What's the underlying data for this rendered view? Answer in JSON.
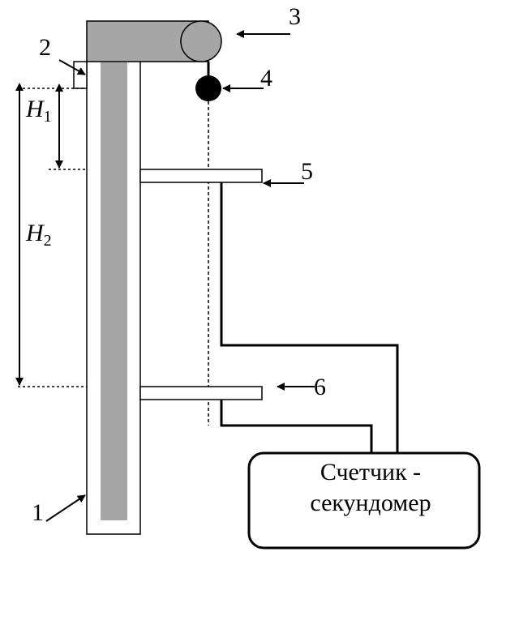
{
  "labels": {
    "n1": "1",
    "n2": "2",
    "n3": "3",
    "n4": "4",
    "n5": "5",
    "n6": "6",
    "h1_letter": "H",
    "h1_sub": "1",
    "h2_letter": "H",
    "h2_sub": "2"
  },
  "counter_box": {
    "line1": "Счетчик -",
    "line2": "секундомер"
  },
  "colors": {
    "stroke": "#000000",
    "gray_fill": "#a6a6a6",
    "background": "#ffffff"
  }
}
